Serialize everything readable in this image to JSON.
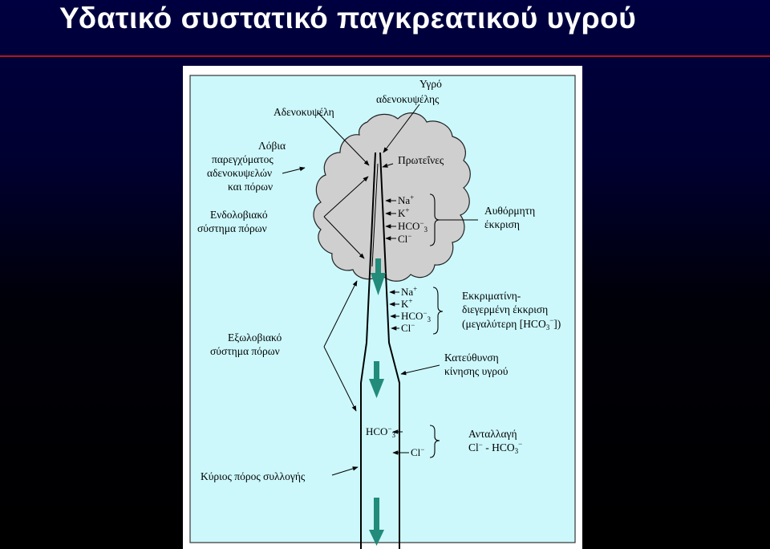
{
  "title": "Υδατικό συστατικό παγκρεατικού υγρού",
  "colors": {
    "background_top": "#000040",
    "background_bottom": "#000000",
    "title_rule": "#b01818",
    "figure_bg": "#ccf8fc",
    "acinus_fill": "#cfcfcf",
    "flow_arrow": "#228b7a"
  },
  "diagram": {
    "labels": {
      "acinar_fluid_line1": "Υγρό",
      "acinar_fluid_line2": "αδενοκυψέλης",
      "acinus": "Αδενοκυψέλη",
      "lobules_line1": "Λόβια",
      "lobules_line2": "παρεγχύματος",
      "lobules_line3": "αδενοκυψελών",
      "lobules_line4": "και πόρων",
      "proteins": "Πρωτεΐνες",
      "intralobular_line1": "Ενδολοβιακό",
      "intralobular_line2": "σύστημα πόρων",
      "spontaneous_line1": "Αυθόρμητη",
      "spontaneous_line2": "έκκριση",
      "secretin_line1": "Εκκριματίνη-",
      "secretin_line2": "διεγερμένη έκκριση",
      "secretin_line3_pre": "(μεγαλύτερη [HCO",
      "secretin_line3_post": "])",
      "extralobular_line1": "Εξωλοβιακό",
      "extralobular_line2": "σύστημα πόρων",
      "direction_line1": "Κατεύθυνση",
      "direction_line2": "κίνησης υγρού",
      "exchange_line1": "Ανταλλαγή",
      "exchange_line2_a": "Cl",
      "exchange_line2_b": " - HCO",
      "main_duct": "Κύριος πόρος συλλογής"
    },
    "ions": {
      "na": "Na",
      "k": "K",
      "hco3": "HCO",
      "cl": "Cl",
      "plus": "+",
      "minus": "−",
      "sub3": "3"
    }
  }
}
